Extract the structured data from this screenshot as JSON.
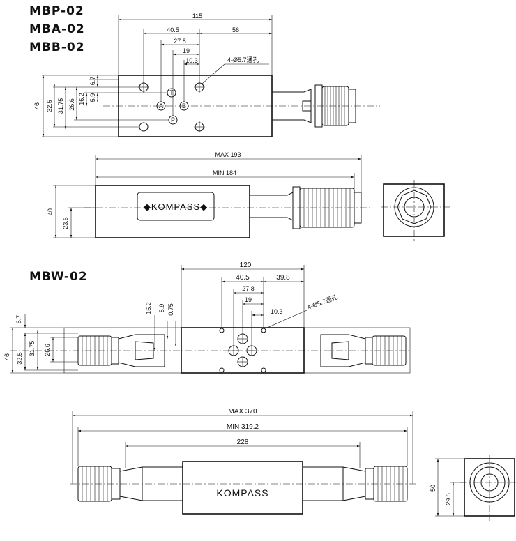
{
  "models_top": [
    "MBP-02",
    "MBA-02",
    "MBB-02"
  ],
  "model_bottom": "MBW-02",
  "brand": "KOMPASS",
  "brand_plate": "◆KOMPASS◆",
  "top_view": {
    "width": "115",
    "d_40_5": "40.5",
    "d_56": "56",
    "d_27_8": "27.8",
    "d_19": "19",
    "d_10_3": "10.3",
    "holes": "4-Ø5.7通孔",
    "h_46": "46",
    "h_32_5": "32.5",
    "h_31_75": "31.75",
    "h_26_6": "26.6",
    "h_16_2": "16.2",
    "h_6_7": "6.7",
    "h_5_9": "5.9",
    "ports": [
      "T",
      "A",
      "B",
      "P"
    ]
  },
  "side_view": {
    "max": "MAX 193",
    "min": "MIN 184",
    "h_40": "40",
    "h_23_6": "23.6"
  },
  "mbw_top": {
    "width": "120",
    "d_40_5": "40.5",
    "d_39_8": "39.8",
    "d_27_8": "27.8",
    "d_19": "19",
    "d_10_3": "10.3",
    "holes": "4-Ø5.7通孔",
    "h_16_2": "16.2",
    "h_5_9": "5.9",
    "h_0_75": "0.75",
    "h_6_7": "6.7",
    "h_46": "46",
    "h_32_5": "32.5",
    "h_31_75": "31.75",
    "h_26_6": "26.6"
  },
  "mbw_side": {
    "max": "MAX  370",
    "min": "MIN  319.2",
    "body": "228",
    "h_50": "50",
    "h_29_5": "29.5"
  }
}
